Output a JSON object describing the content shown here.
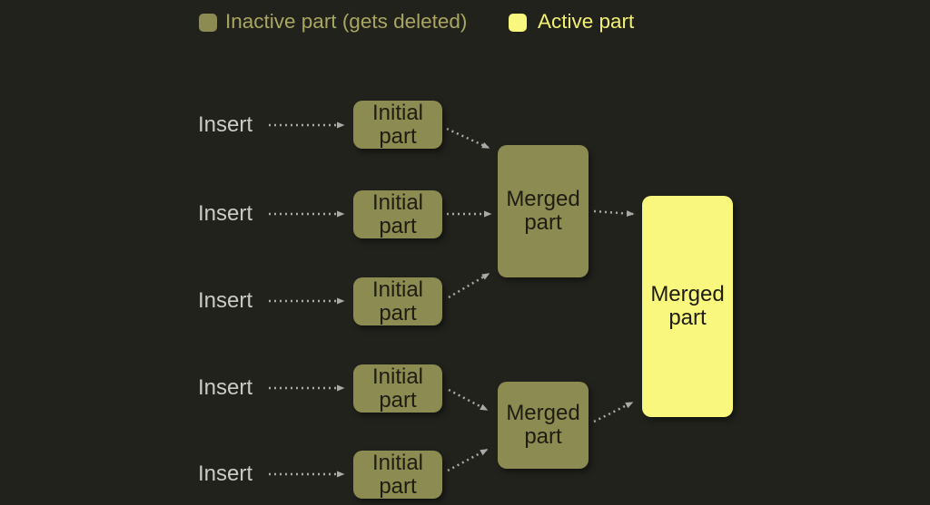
{
  "legend": {
    "inactive_label": "Inactive part (gets deleted)",
    "active_label": "Active part"
  },
  "rows": [
    {
      "insert_label": "Insert",
      "node_label": "Initial part"
    },
    {
      "insert_label": "Insert",
      "node_label": "Initial part"
    },
    {
      "insert_label": "Insert",
      "node_label": "Initial part"
    },
    {
      "insert_label": "Insert",
      "node_label": "Initial part"
    },
    {
      "insert_label": "Insert",
      "node_label": "Initial part"
    }
  ],
  "merged_nodes": {
    "top": {
      "label": "Merged part",
      "state": "inactive"
    },
    "bottom": {
      "label": "Merged part",
      "state": "inactive"
    },
    "final": {
      "label": "Merged part",
      "state": "active"
    }
  },
  "colors": {
    "background": "#22221d",
    "inactive_part": "#8c8b51",
    "active_part": "#faf77e",
    "inactive_legend_text": "#a8a661",
    "active_legend_text": "#f2ef74",
    "insert_text": "#cacac8",
    "node_text": "#1d1d12",
    "arrow": "#a9a9a9"
  }
}
